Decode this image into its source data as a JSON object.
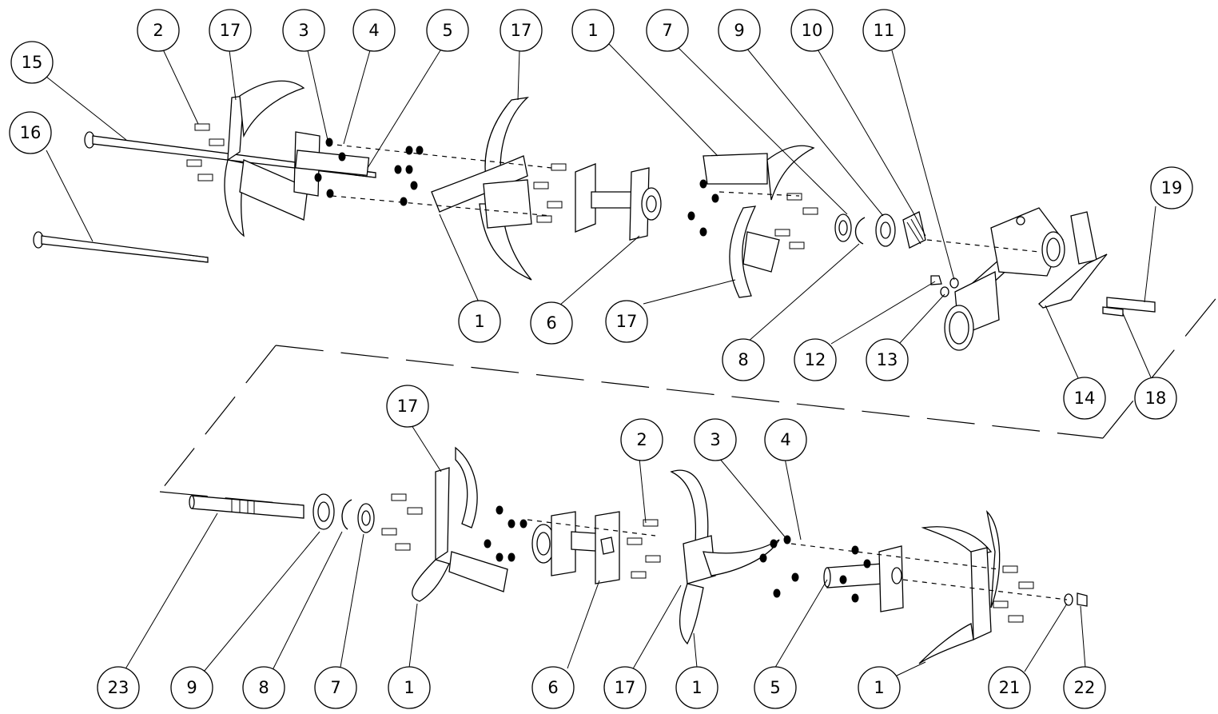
{
  "callouts": [
    {
      "label": "15"
    },
    {
      "label": "2"
    },
    {
      "label": "17"
    },
    {
      "label": "3"
    },
    {
      "label": "4"
    },
    {
      "label": "5"
    },
    {
      "label": "17"
    },
    {
      "label": "1"
    },
    {
      "label": "7"
    },
    {
      "label": "9"
    },
    {
      "label": "10"
    },
    {
      "label": "11"
    },
    {
      "label": "16"
    },
    {
      "label": "19"
    },
    {
      "label": "1"
    },
    {
      "label": "6"
    },
    {
      "label": "17"
    },
    {
      "label": "8"
    },
    {
      "label": "12"
    },
    {
      "label": "13"
    },
    {
      "label": "14"
    },
    {
      "label": "18"
    },
    {
      "label": "17"
    },
    {
      "label": "2"
    },
    {
      "label": "3"
    },
    {
      "label": "4"
    },
    {
      "label": "23"
    },
    {
      "label": "9"
    },
    {
      "label": "8"
    },
    {
      "label": "7"
    },
    {
      "label": "1"
    },
    {
      "label": "6"
    },
    {
      "label": "17"
    },
    {
      "label": "1"
    },
    {
      "label": "5"
    },
    {
      "label": "1"
    },
    {
      "label": "21"
    },
    {
      "label": "22"
    }
  ]
}
